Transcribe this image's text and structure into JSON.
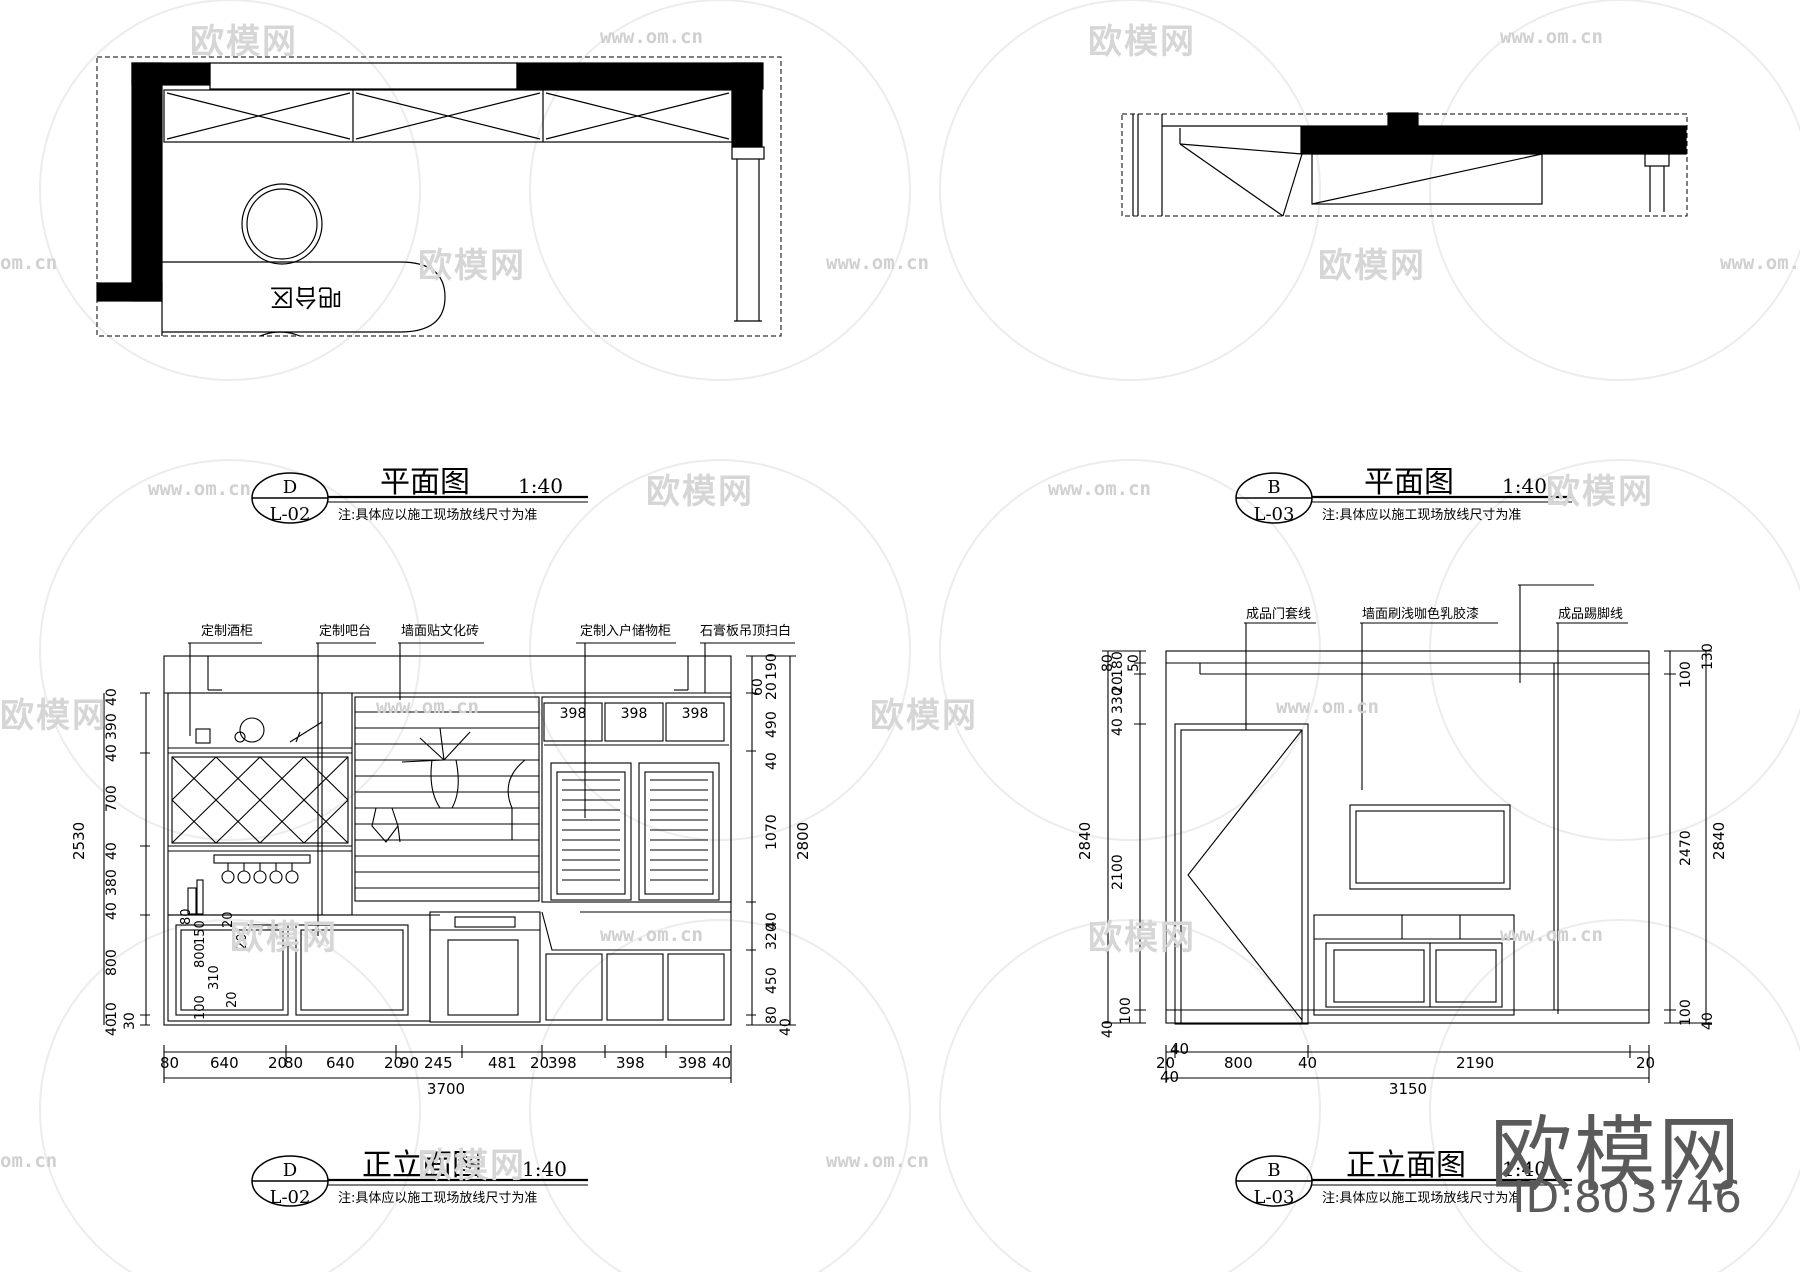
{
  "watermarks": {
    "brand": "欧模网",
    "url": "www.om.cn",
    "url_short": "om.cn",
    "id_text": "ID:803746"
  },
  "plan_d": {
    "room_label": "吧台区",
    "title": "平面图",
    "scale": "1:40",
    "note": "注:具体应以施工现场放线尺寸为准",
    "tag_top": "D",
    "tag_bottom": "L-02"
  },
  "plan_b": {
    "title": "平面图",
    "scale": "1:40",
    "note": "注:具体应以施工现场放线尺寸为准",
    "tag_top": "B",
    "tag_bottom": "L-03"
  },
  "elev_d": {
    "title": "正立面图",
    "scale": "1:40",
    "note": "注:具体应以施工现场放线尺寸为准",
    "tag_top": "D",
    "tag_bottom": "L-02",
    "callouts": [
      "定制酒柜",
      "定制吧台",
      "墙面贴文化砖",
      "定制入户储物柜",
      "石膏板吊顶扫白"
    ],
    "cabinet_marks": [
      "398",
      "398",
      "398"
    ],
    "bottom_dims": [
      "80",
      "640",
      "20",
      "80",
      "640",
      "20",
      "90",
      "245",
      "481",
      "20",
      "398",
      "398",
      "398",
      "40"
    ],
    "total_width": "3700",
    "left_dims": [
      "40",
      "390",
      "40",
      "700",
      "40",
      "380",
      "40",
      "800",
      "10",
      "40",
      "30"
    ],
    "left_total": "2530",
    "inner_dims": [
      "80",
      "150",
      "20",
      "20",
      "800",
      "310",
      "100",
      "20"
    ],
    "right_dims": [
      "190",
      "60",
      "20",
      "490",
      "40",
      "1070",
      "40",
      "320",
      "450",
      "80",
      "40"
    ],
    "right_total": "2800"
  },
  "elev_b": {
    "title": "正立面图",
    "scale": "1:40",
    "note": "注:具体应以施工现场放线尺寸为准",
    "tag_top": "B",
    "tag_bottom": "L-03",
    "callouts": [
      "成品门套线",
      "墙面刷浅咖色乳胶漆",
      "成品踢脚线"
    ],
    "left_total": "2840",
    "left_dims": [
      "80",
      "50",
      "40",
      "330",
      "20",
      "180",
      "2100",
      "100",
      "40"
    ],
    "right_dims": [
      "130",
      "100",
      "2470",
      "100",
      "40"
    ],
    "right_total": "2840",
    "bottom_dims": [
      "20",
      "40",
      "40",
      "800",
      "40",
      "2190",
      "20"
    ],
    "total_width": "3150"
  }
}
